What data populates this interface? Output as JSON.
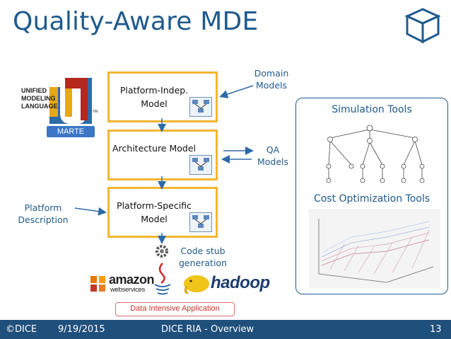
{
  "title": "Quality-Aware MDE",
  "models": {
    "pim": "Platform-Indep. Model",
    "architecture": "Architecture Model",
    "psm": "Platform-Specific Model"
  },
  "labels": {
    "domain_models": "Domain Models",
    "qa_models": "QA Models",
    "platform_description": "Platform Description",
    "code_stub": "Code stub generation"
  },
  "uml": {
    "lines": [
      "UNIFIED",
      "MODELING",
      "LANGUAGE"
    ],
    "tm": "TM",
    "marte": "MARTE"
  },
  "panel": {
    "simulation_title": "Simulation Tools",
    "cost_title": "Cost Optimization Tools"
  },
  "logos": {
    "amazon": "amazon",
    "webservices": "webservices",
    "hadoop": "hadoop"
  },
  "data_intensive": "Data Intensive Application",
  "footer": {
    "owner": "©DICE",
    "date": "9/19/2015",
    "center": "DICE RIA - Overview",
    "page": "13"
  }
}
